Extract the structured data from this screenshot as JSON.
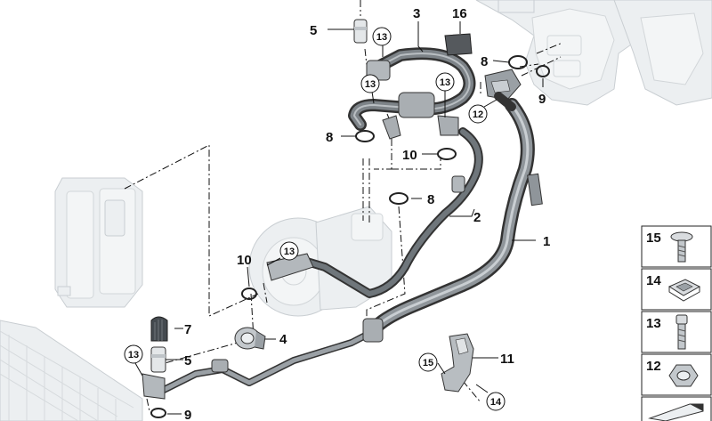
{
  "diagram": {
    "callouts": [
      {
        "id": "c1",
        "text": "1"
      },
      {
        "id": "c2",
        "text": "2"
      },
      {
        "id": "c3",
        "text": "3"
      },
      {
        "id": "c4",
        "text": "4"
      },
      {
        "id": "c5a",
        "text": "5"
      },
      {
        "id": "c5b",
        "text": "5"
      },
      {
        "id": "c7",
        "text": "7"
      },
      {
        "id": "c8a",
        "text": "8"
      },
      {
        "id": "c8b",
        "text": "8"
      },
      {
        "id": "c8c",
        "text": "8"
      },
      {
        "id": "c9a",
        "text": "9"
      },
      {
        "id": "c9b",
        "text": "9"
      },
      {
        "id": "c10a",
        "text": "10"
      },
      {
        "id": "c10b",
        "text": "10"
      },
      {
        "id": "c11",
        "text": "11"
      },
      {
        "id": "c16",
        "text": "16"
      }
    ],
    "circled_callouts": [
      {
        "id": "r13a",
        "text": "13"
      },
      {
        "id": "r13b",
        "text": "13"
      },
      {
        "id": "r13c",
        "text": "13"
      },
      {
        "id": "r13d",
        "text": "13"
      },
      {
        "id": "r13e",
        "text": "13"
      },
      {
        "id": "r12",
        "text": "12"
      },
      {
        "id": "r15",
        "text": "15"
      },
      {
        "id": "r14",
        "text": "14"
      }
    ]
  },
  "parts_table": {
    "rows": [
      {
        "number": "15",
        "icon": "torx-bolt-icon"
      },
      {
        "number": "14",
        "icon": "clip-nut-icon"
      },
      {
        "number": "13",
        "icon": "screw-icon"
      },
      {
        "number": "12",
        "icon": "hex-nut-icon"
      }
    ],
    "footer_icon": "arrow-icon"
  }
}
